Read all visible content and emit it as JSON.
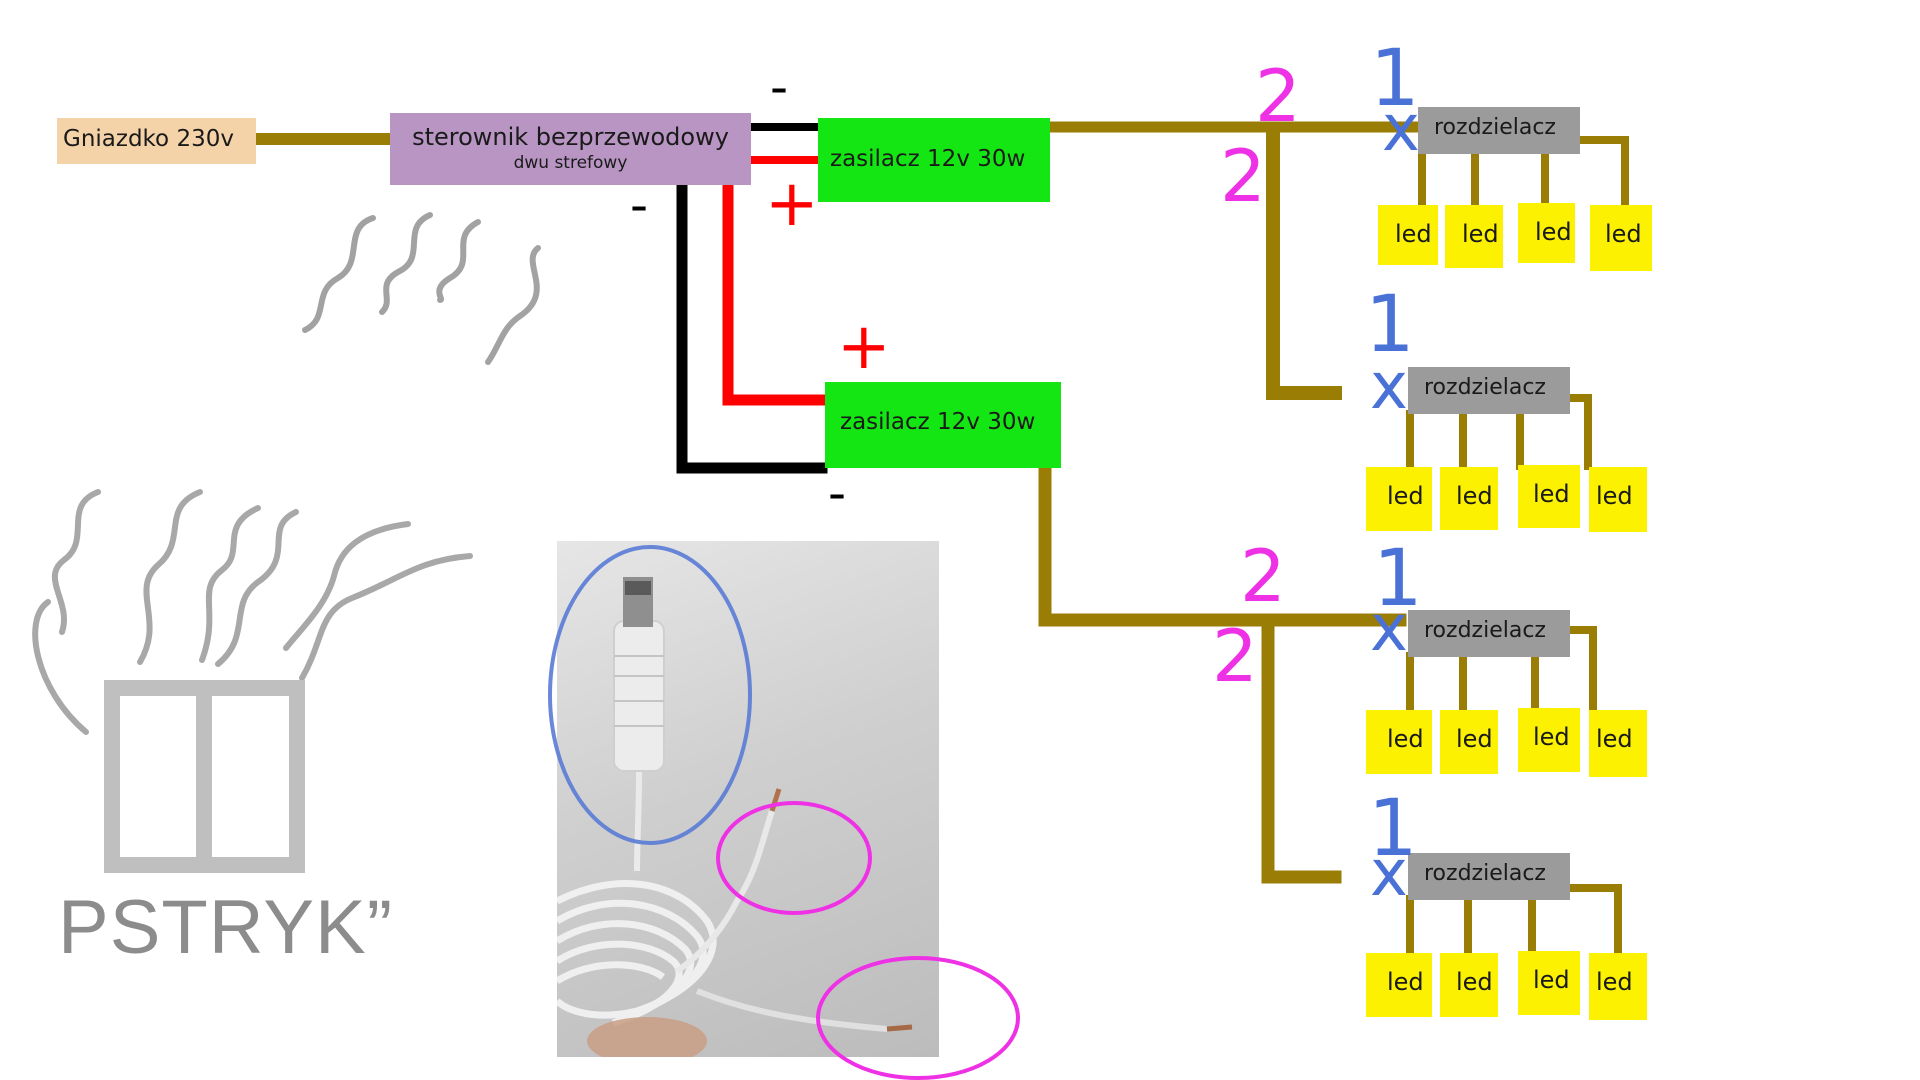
{
  "source": {
    "label": "Gniazdko 230v"
  },
  "controller": {
    "title": "sterownik bezprzewodowy",
    "subtitle": "dwu strefowy"
  },
  "power_supplies": [
    {
      "label": "zasilacz 12v 30w"
    },
    {
      "label": "zasilacz 12v 30w"
    }
  ],
  "splitter_label": "rozdzielacz",
  "led_label": "led",
  "polarity": {
    "minus": "-",
    "plus": "+"
  },
  "connector_marks": {
    "plug": "1",
    "wire": "2",
    "cut": "x"
  },
  "switch_text": "PSTRYK”",
  "colors": {
    "wire": "#9a7d05",
    "source_box": "#f5d3a9",
    "controller_box": "#b895c2",
    "psu_box": "#14e614",
    "splitter_box": "#9b9b9b",
    "led_box": "#fbf100",
    "mark_1": "#4a72d6",
    "mark_2": "#ef31e6",
    "plus_wire": "#ff0000",
    "minus_wire": "#000000",
    "switch": "#bfbfbf"
  }
}
